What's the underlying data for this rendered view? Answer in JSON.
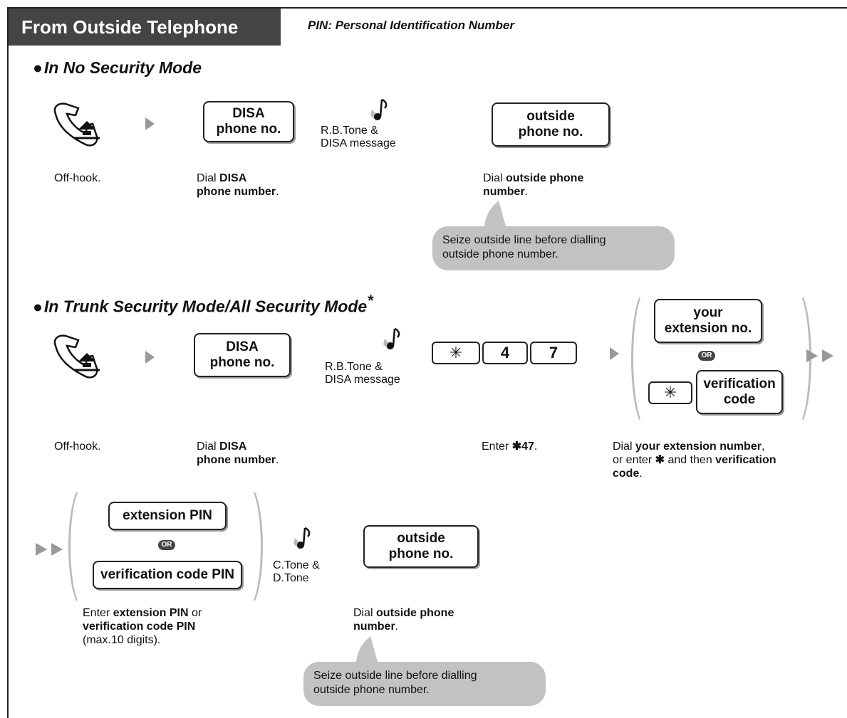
{
  "header": {
    "title": "From Outside Telephone",
    "pin_note": "PIN: Personal Identification Number"
  },
  "section1": {
    "dot": "●",
    "title": "In No Security Mode",
    "disa_key": [
      "DISA",
      "phone no."
    ],
    "tone": [
      "R.B.Tone &",
      "DISA message"
    ],
    "outside_key": [
      "outside",
      "phone no."
    ],
    "cap_offhook": "Off-hook.",
    "cap_dial_disa": {
      "pre": "Dial ",
      "bold1": "DISA",
      "bold2": "phone number",
      "post": "."
    },
    "cap_dial_outside": {
      "pre": "Dial ",
      "bold1": "outside phone",
      "bold2": "number",
      "post": "."
    },
    "bubble": [
      "Seize outside line before dialling",
      "outside phone number."
    ]
  },
  "section2": {
    "dot": "●",
    "title": "In Trunk Security Mode/All Security Mode",
    "asterisk": "*",
    "disa_key": [
      "DISA",
      "phone no."
    ],
    "tone": [
      "R.B.Tone &",
      "DISA message"
    ],
    "keys": [
      "✳",
      "4",
      "7"
    ],
    "ext_key": [
      "your",
      "extension no."
    ],
    "or_label": "OR",
    "star_key": "✳",
    "verif_key": [
      "verification",
      "code"
    ],
    "cap_offhook": "Off-hook.",
    "cap_dial_disa": {
      "pre": "Dial ",
      "bold1": "DISA",
      "bold2": "phone number",
      "post": "."
    },
    "cap_enter": {
      "pre": "Enter ",
      "bold": "✱47",
      "post": "."
    },
    "cap_ext": {
      "l1_pre": "Dial ",
      "l1_bold": "your extension number",
      "l1_post": ",",
      "l2_pre": "or enter ",
      "l2_star": "✱",
      "l2_mid": " and then ",
      "l2_bold": "verification",
      "l3_bold": "code",
      "l3_post": "."
    }
  },
  "section3": {
    "ext_pin_key": "extension PIN",
    "or_label": "OR",
    "verif_pin_key": "verification code PIN",
    "tone": [
      "C.Tone &",
      "D.Tone"
    ],
    "outside_key": [
      "outside",
      "phone no."
    ],
    "cap_pin": {
      "pre": "Enter ",
      "bold1": "extension PIN",
      "mid": " or",
      "bold2": "verification code PIN",
      "l3": "(max.10 digits)."
    },
    "cap_dial_outside": {
      "pre": "Dial ",
      "bold1": "outside phone",
      "bold2": "number",
      "post": "."
    },
    "bubble": [
      "Seize outside line before dialling",
      "outside phone number."
    ]
  }
}
